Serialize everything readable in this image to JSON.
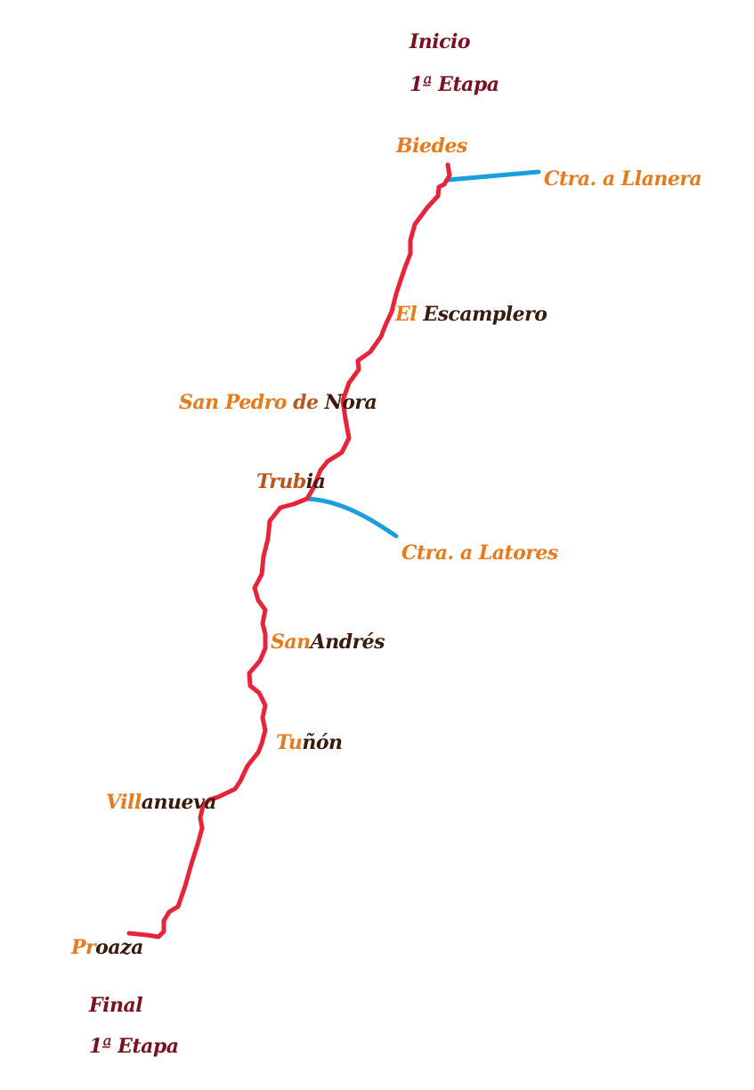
{
  "colors": {
    "route": "#e8243a",
    "connector": "#1a9ee0",
    "orange": "#e87a1c",
    "bronze": "#b8561e",
    "dark_brown": "#3a1a0c",
    "stage_text": "#7a1020"
  },
  "stage_start": {
    "line1": "Inicio",
    "line2": "1ª Etapa"
  },
  "stage_end": {
    "line1": "Final",
    "line2": "1ª Etapa"
  },
  "places": {
    "biedes": "Biedes",
    "el_escamplero_a": "El",
    "el_escamplero_b": "Escamplero",
    "san_pedro_a": "San Pedro",
    "san_pedro_b": "de",
    "san_pedro_c": "Nora",
    "trubia_a": "Trub",
    "trubia_b": "ia",
    "san_andres_a": "San",
    "san_andres_b": "Andrés",
    "tunon_a": "Tu",
    "tunon_b": "ñón",
    "villanueva_a": "Vill",
    "villanueva_b": "anueva",
    "proaza_a": "Pr",
    "proaza_b": "oaza"
  },
  "roads": {
    "llanera": "Ctra. a Llanera",
    "latores": "Ctra. a Latores"
  }
}
